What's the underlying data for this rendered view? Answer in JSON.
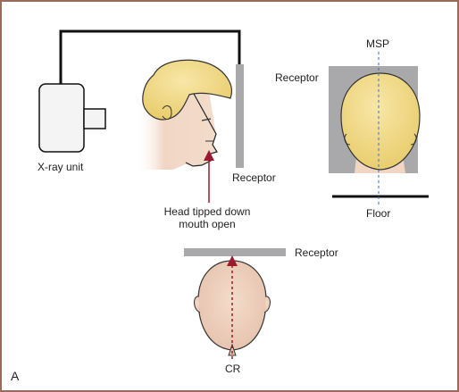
{
  "labels": {
    "xray_unit": "X-ray unit",
    "receptor_side": "Receptor",
    "head_note_line1": "Head tipped down",
    "head_note_line2": "mouth open",
    "receptor_back": "Receptor",
    "msp": "MSP",
    "floor": "Floor",
    "receptor_top": "Receptor",
    "cr": "CR",
    "figure_letter": "A"
  },
  "colors": {
    "border": "#9a6a5a",
    "receptor_gray": "#a9a9ab",
    "hair_yellow": "#f2dc8c",
    "skin": "#f1d6c4",
    "arrow_red": "#9b1b2e",
    "msp_blue": "#3a6fc4",
    "line_black": "#111111",
    "unit_white": "#f4f4f4"
  }
}
